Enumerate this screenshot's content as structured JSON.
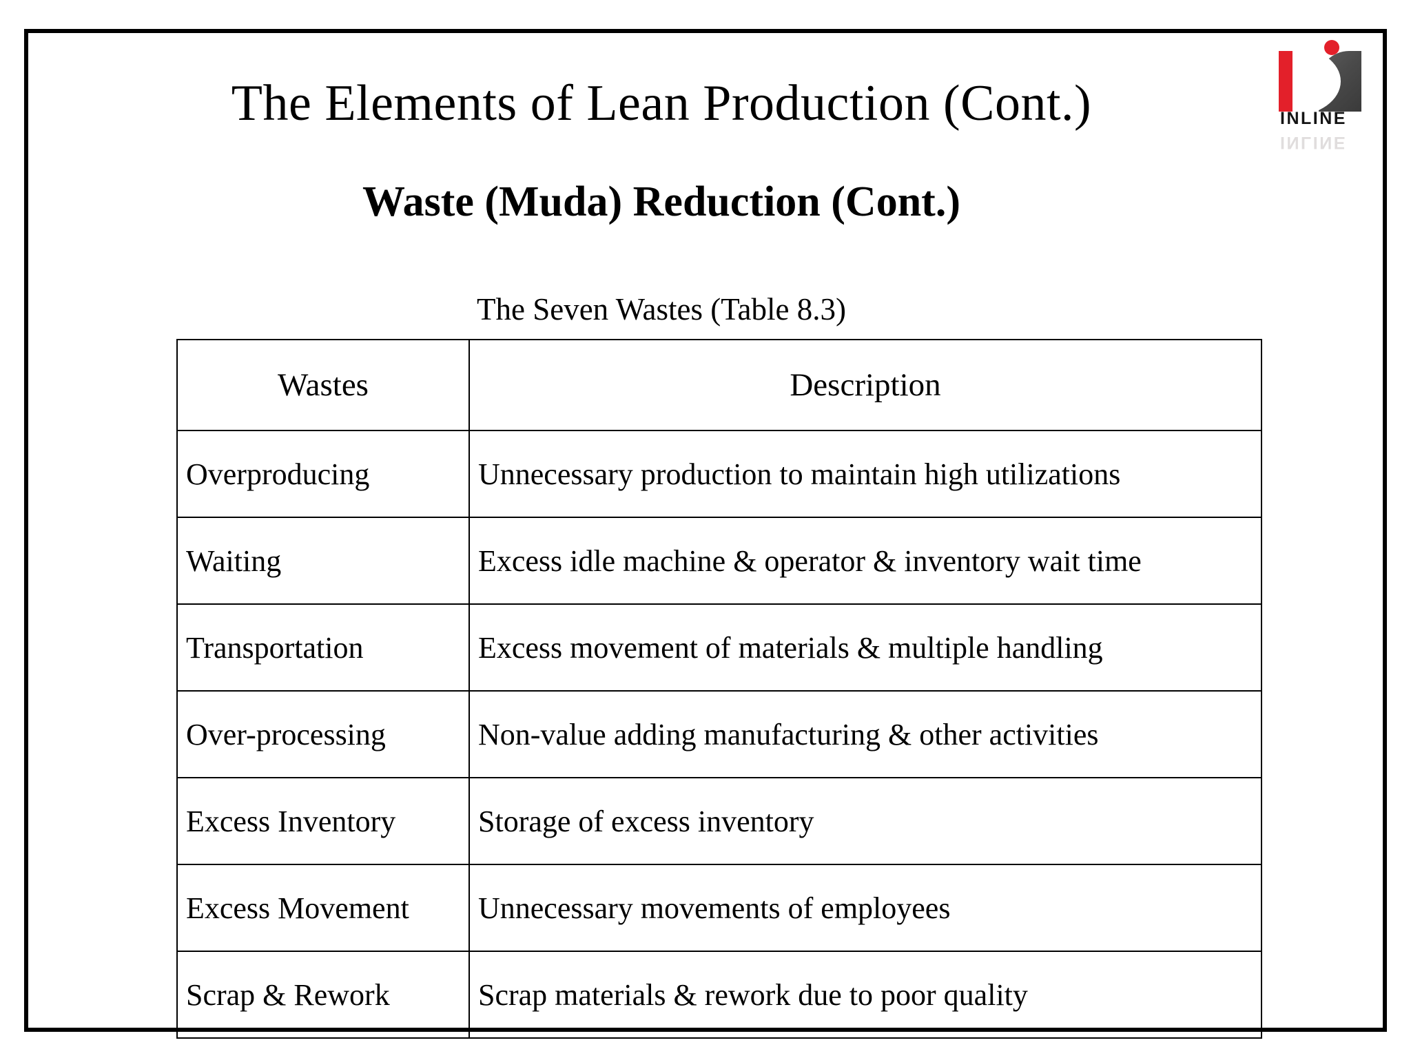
{
  "slide": {
    "title": "The Elements of Lean Production (Cont.)",
    "subtitle": "Waste (Muda) Reduction (Cont.)",
    "table_caption": "The Seven Wastes (Table 8.3)"
  },
  "logo": {
    "wordmark": "INLINE",
    "wordmark_reflection": "INLINE",
    "red": "#e3202a",
    "dark": "#4a4a4a"
  },
  "table": {
    "headers": [
      "Wastes",
      "Description"
    ],
    "rows": [
      {
        "waste": "Overproducing",
        "description": "Unnecessary production to maintain high utilizations"
      },
      {
        "waste": "Waiting",
        "description": "Excess idle machine & operator & inventory wait time"
      },
      {
        "waste": "Transportation",
        "description": "Excess movement of materials & multiple handling"
      },
      {
        "waste": "Over-processing",
        "description": "Non-value adding manufacturing & other activities"
      },
      {
        "waste": "Excess Inventory",
        "description": "Storage of excess inventory"
      },
      {
        "waste": "Excess Movement",
        "description": "Unnecessary movements of employees"
      },
      {
        "waste": "Scrap & Rework",
        "description": "Scrap materials & rework due to poor quality"
      }
    ]
  }
}
